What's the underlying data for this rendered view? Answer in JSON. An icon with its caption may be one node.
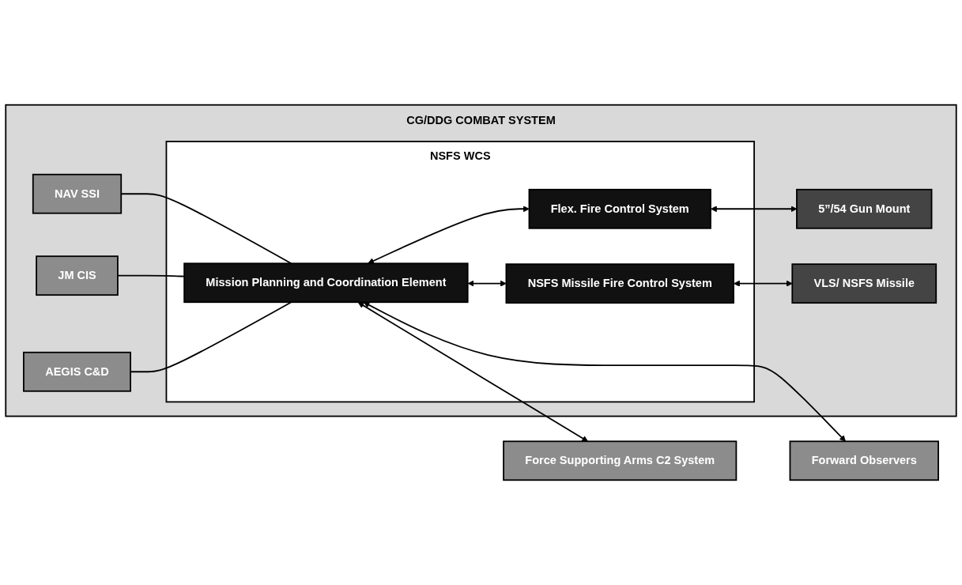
{
  "diagram": {
    "nodes": [
      {
        "text": [
          "CG/DDG COMBAT SYSTEM"
        ]
      },
      {
        "text": [
          "NAV SSI"
        ],
        "in": 0
      },
      {
        "text": [
          "JM CIS"
        ],
        "in": 0
      },
      {
        "text": [
          "AEGIS C&D"
        ],
        "in": 0
      },
      {
        "text": [
          "NSFS WCS"
        ],
        "in": 0
      },
      {
        "text": [
          "Mission Planning and Coordination Element"
        ],
        "in": 4
      },
      {
        "text": [
          "Flex. Fire Control System"
        ],
        "in": 4
      },
      {
        "text": [
          "NSFS Missile Fire Control System"
        ],
        "in": 4
      },
      {
        "text": [
          "5”/54 Gun Mount"
        ],
        "in": 0
      },
      {
        "text": [
          "VLS/ NSFS Missile"
        ],
        "in": 0
      },
      {
        "text": [
          "Force Supporting Arms C2 System"
        ]
      },
      {
        "text": [
          "Forward Observers"
        ]
      }
    ],
    "edges": [
      {
        "from": 1,
        "to": 5,
        "arrow": "none"
      },
      {
        "from": 2,
        "to": 5,
        "arrow": "none"
      },
      {
        "from": 3,
        "to": 5,
        "arrow": "none"
      },
      {
        "from": 10,
        "to": 5,
        "arrow": "both"
      },
      {
        "from": 11,
        "to": 5,
        "arrow": "both"
      },
      {
        "from": 5,
        "to": 6,
        "arrow": "both"
      },
      {
        "from": 5,
        "to": 7,
        "arrow": "both"
      },
      {
        "from": 6,
        "to": 8,
        "arrow": "both"
      },
      {
        "from": 7,
        "to": 9,
        "arrow": "both"
      }
    ]
  }
}
